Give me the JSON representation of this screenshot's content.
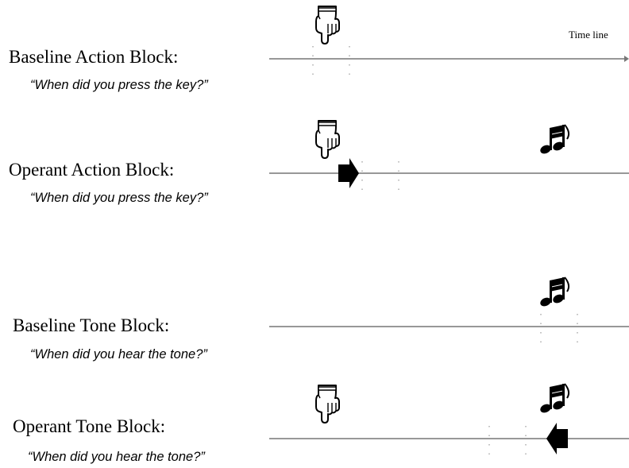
{
  "timeline_label": "Time line",
  "blocks": [
    {
      "title": "Baseline Action Block:",
      "question": "“When did you press the key?”"
    },
    {
      "title": "Operant Action Block:",
      "question": "“When did you press the key?”"
    },
    {
      "title": "Baseline Tone Block:",
      "question": "“When did you hear the tone?”"
    },
    {
      "title": "Operant Tone Block:",
      "question": "“When did you hear the tone?”"
    }
  ],
  "icons": {
    "key_press": "pointing-hand-icon",
    "tone": "music-note-icon",
    "shift_later": "arrow-right-icon",
    "shift_earlier": "arrow-left-icon"
  },
  "colors": {
    "line": "#777777",
    "marker": "#000000",
    "dots": "#999999"
  }
}
